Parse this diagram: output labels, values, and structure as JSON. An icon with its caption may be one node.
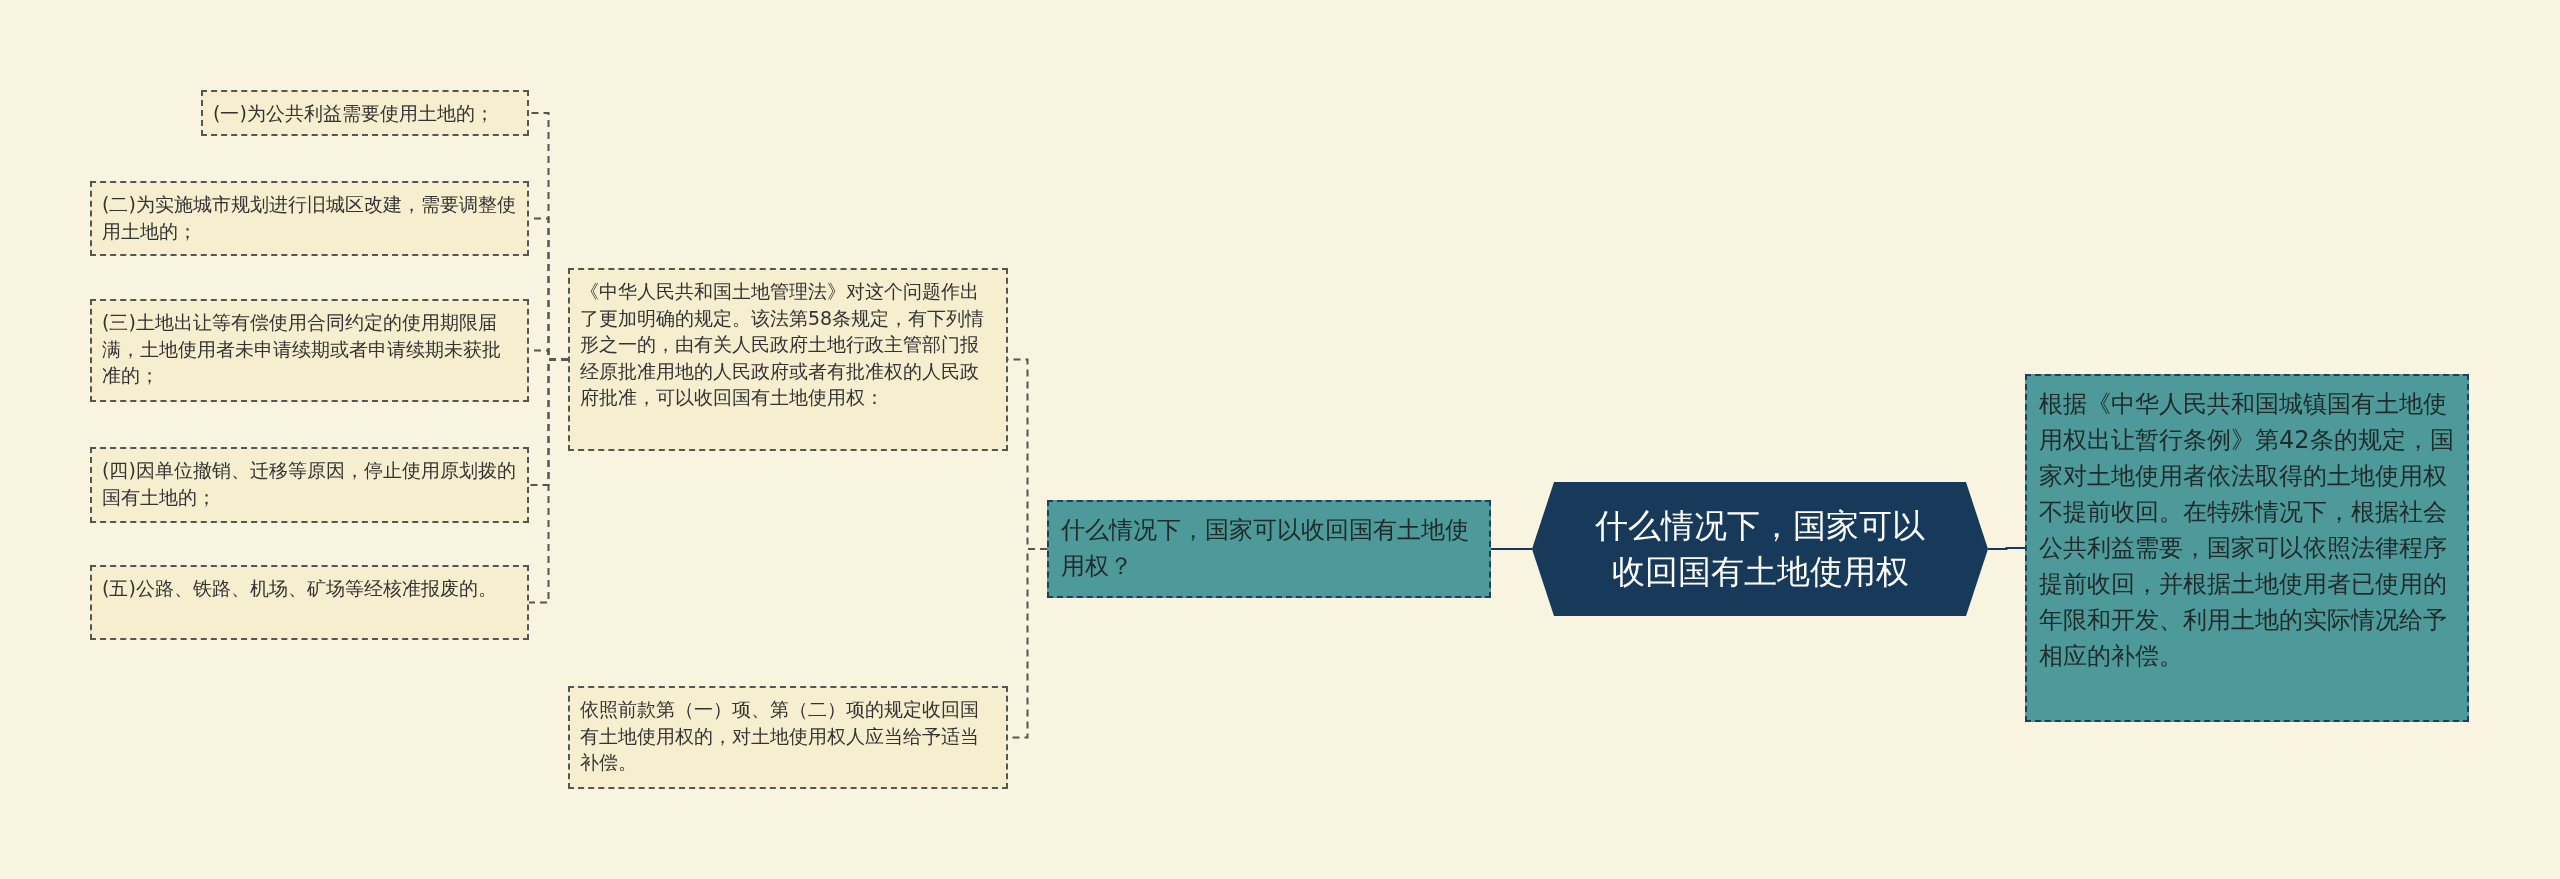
{
  "diagram": {
    "nodes": [
      {
        "text": [
          "什么情况下，国家可以收回国有土地使用权"
        ]
      },
      {
        "text": [
          "根据《中华人民共和国城镇国有土地使用权出让暂行条例》第42条的规定，国家对土地使用者依法取得的土地使用权不提前收回。在特殊情况下，根据社会公共利益需要，国家可以依照法律程序提前收回，并根据土地使用者已使用的年限和开发、利用土地的实际情况给予相应的补偿。"
        ]
      },
      {
        "text": [
          "什么情况下，国家可以收回国有土地使用权？"
        ]
      },
      {
        "text": [
          "《中华人民共和国土地管理法》对这个问题作出了更加明确的规定。该法第58条规定，有下列情形之一的，由有关人民政府土地行政主管部门报经原批准用地的人民政府或者有批准权的人民政府批准，可以收回国有土地使用权："
        ]
      },
      {
        "text": [
          "依照前款第（一）项、第（二）项的规定收回国有土地使用权的，对土地使用权人应当给予适当补偿。"
        ]
      },
      {
        "text": [
          "(一)为公共利益需要使用土地的；"
        ]
      },
      {
        "text": [
          "(二)为实施城市规划进行旧城区改建，需要调整使用土地的；"
        ]
      },
      {
        "text": [
          "(三)土地出让等有偿使用合同约定的使用期限届满，土地使用者未申请续期或者申请续期未获批准的；"
        ]
      },
      {
        "text": [
          "(四)因单位撤销、迁移等原因，停止使用原划拨的国有土地的；"
        ]
      },
      {
        "text": [
          "(五)公路、铁路、机场、矿场等经核准报废的。"
        ]
      }
    ],
    "edges": [
      {
        "from": 0,
        "to": 1,
        "arrow": "none",
        "color": "#173a5a"
      },
      {
        "from": 0,
        "to": 2,
        "arrow": "none",
        "color": "#173a5a"
      },
      {
        "from": 2,
        "to": 3,
        "arrow": "none",
        "style": "dashed"
      },
      {
        "from": 2,
        "to": 4,
        "arrow": "none",
        "style": "dashed"
      },
      {
        "from": 3,
        "to": 5,
        "arrow": "none",
        "style": "dashed"
      },
      {
        "from": 3,
        "to": 6,
        "arrow": "none",
        "style": "dashed"
      },
      {
        "from": 3,
        "to": 7,
        "arrow": "none",
        "style": "dashed"
      },
      {
        "from": 3,
        "to": 8,
        "arrow": "none",
        "style": "dashed"
      },
      {
        "from": 3,
        "to": 9,
        "arrow": "none",
        "style": "dashed"
      }
    ]
  }
}
